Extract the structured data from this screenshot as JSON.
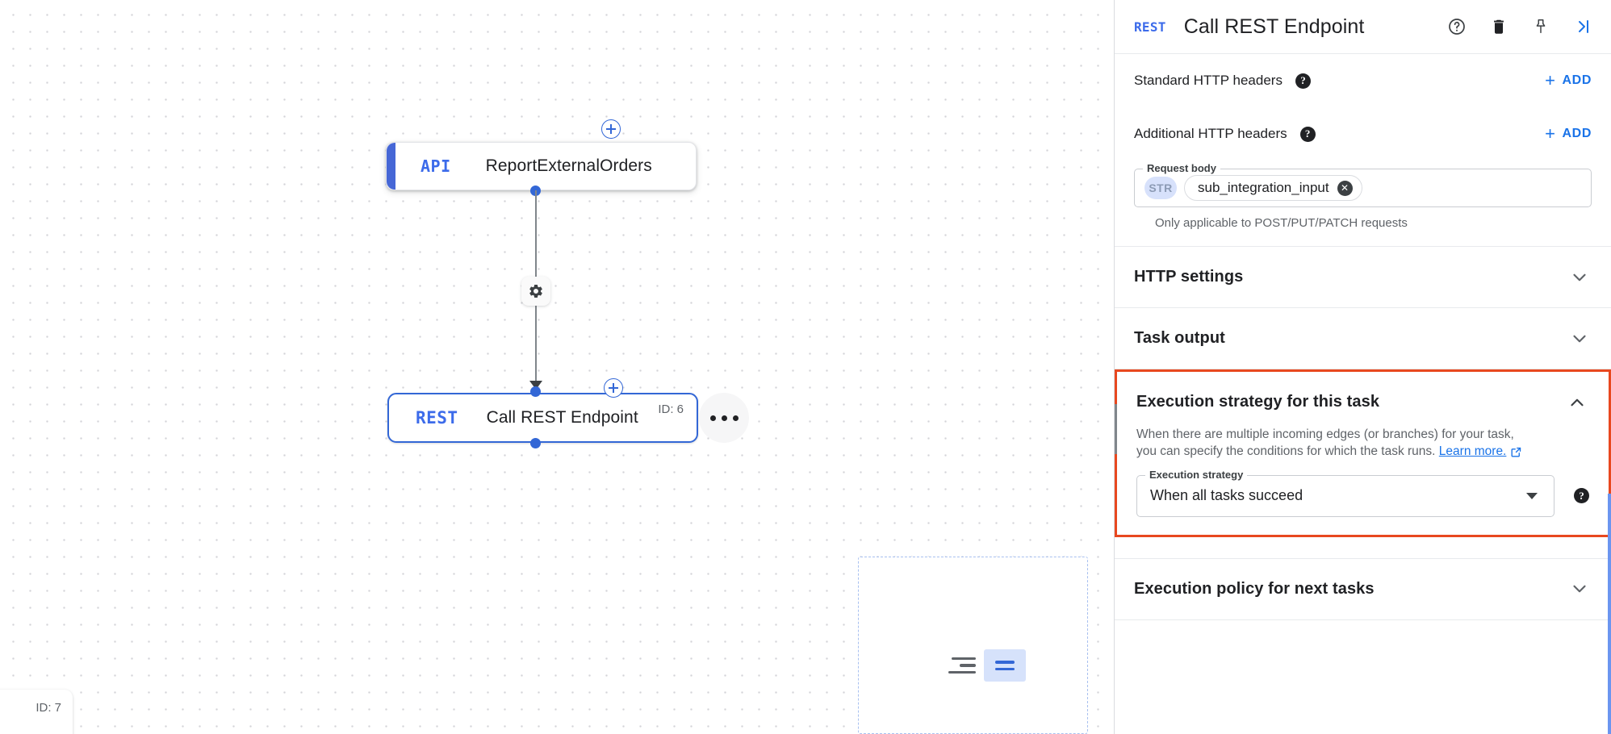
{
  "canvas": {
    "nodes": [
      {
        "badge": "API",
        "title": "ReportExternalOrders",
        "id_label": ""
      },
      {
        "badge": "REST",
        "title": "Call REST Endpoint",
        "id_label": "ID: 6"
      }
    ],
    "clipped_node_id_label": "ID: 7",
    "edge_gear_icon": "gear-icon",
    "overflow_icon": "more-horizontal-icon",
    "add_node_icon": "plus-circle-icon"
  },
  "panel": {
    "header": {
      "badge": "REST",
      "title": "Call REST Endpoint",
      "icons": [
        "help-circle-icon",
        "trash-icon",
        "pin-icon",
        "collapse-panel-icon"
      ]
    },
    "rows": [
      {
        "label": "Standard HTTP headers",
        "help": "?",
        "action": "ADD"
      },
      {
        "label": "Additional HTTP headers",
        "help": "?",
        "action": "ADD"
      }
    ],
    "request_body": {
      "legend": "Request body",
      "type_chip": "STR",
      "value_chip": "sub_integration_input",
      "hint": "Only applicable to POST/PUT/PATCH requests"
    },
    "sections": [
      {
        "title": "HTTP settings",
        "state": "collapsed"
      },
      {
        "title": "Task output",
        "state": "collapsed"
      }
    ],
    "execution_strategy": {
      "title": "Execution strategy for this task",
      "state": "expanded",
      "description_1": "When there are multiple incoming edges (or branches) for your task,",
      "description_2": "you can specify the conditions for which the task runs.",
      "link_text": "Learn more.",
      "field_legend": "Execution strategy",
      "selected_value": "When all tasks succeed",
      "options": [
        "When all tasks succeed"
      ]
    },
    "execution_policy": {
      "title": "Execution policy for next tasks",
      "state": "collapsed"
    }
  },
  "colors": {
    "accent_blue": "#1a73e8",
    "node_blue": "#3367d6",
    "highlight_red": "#e8481f",
    "chip_bg": "#d7e1fb"
  }
}
